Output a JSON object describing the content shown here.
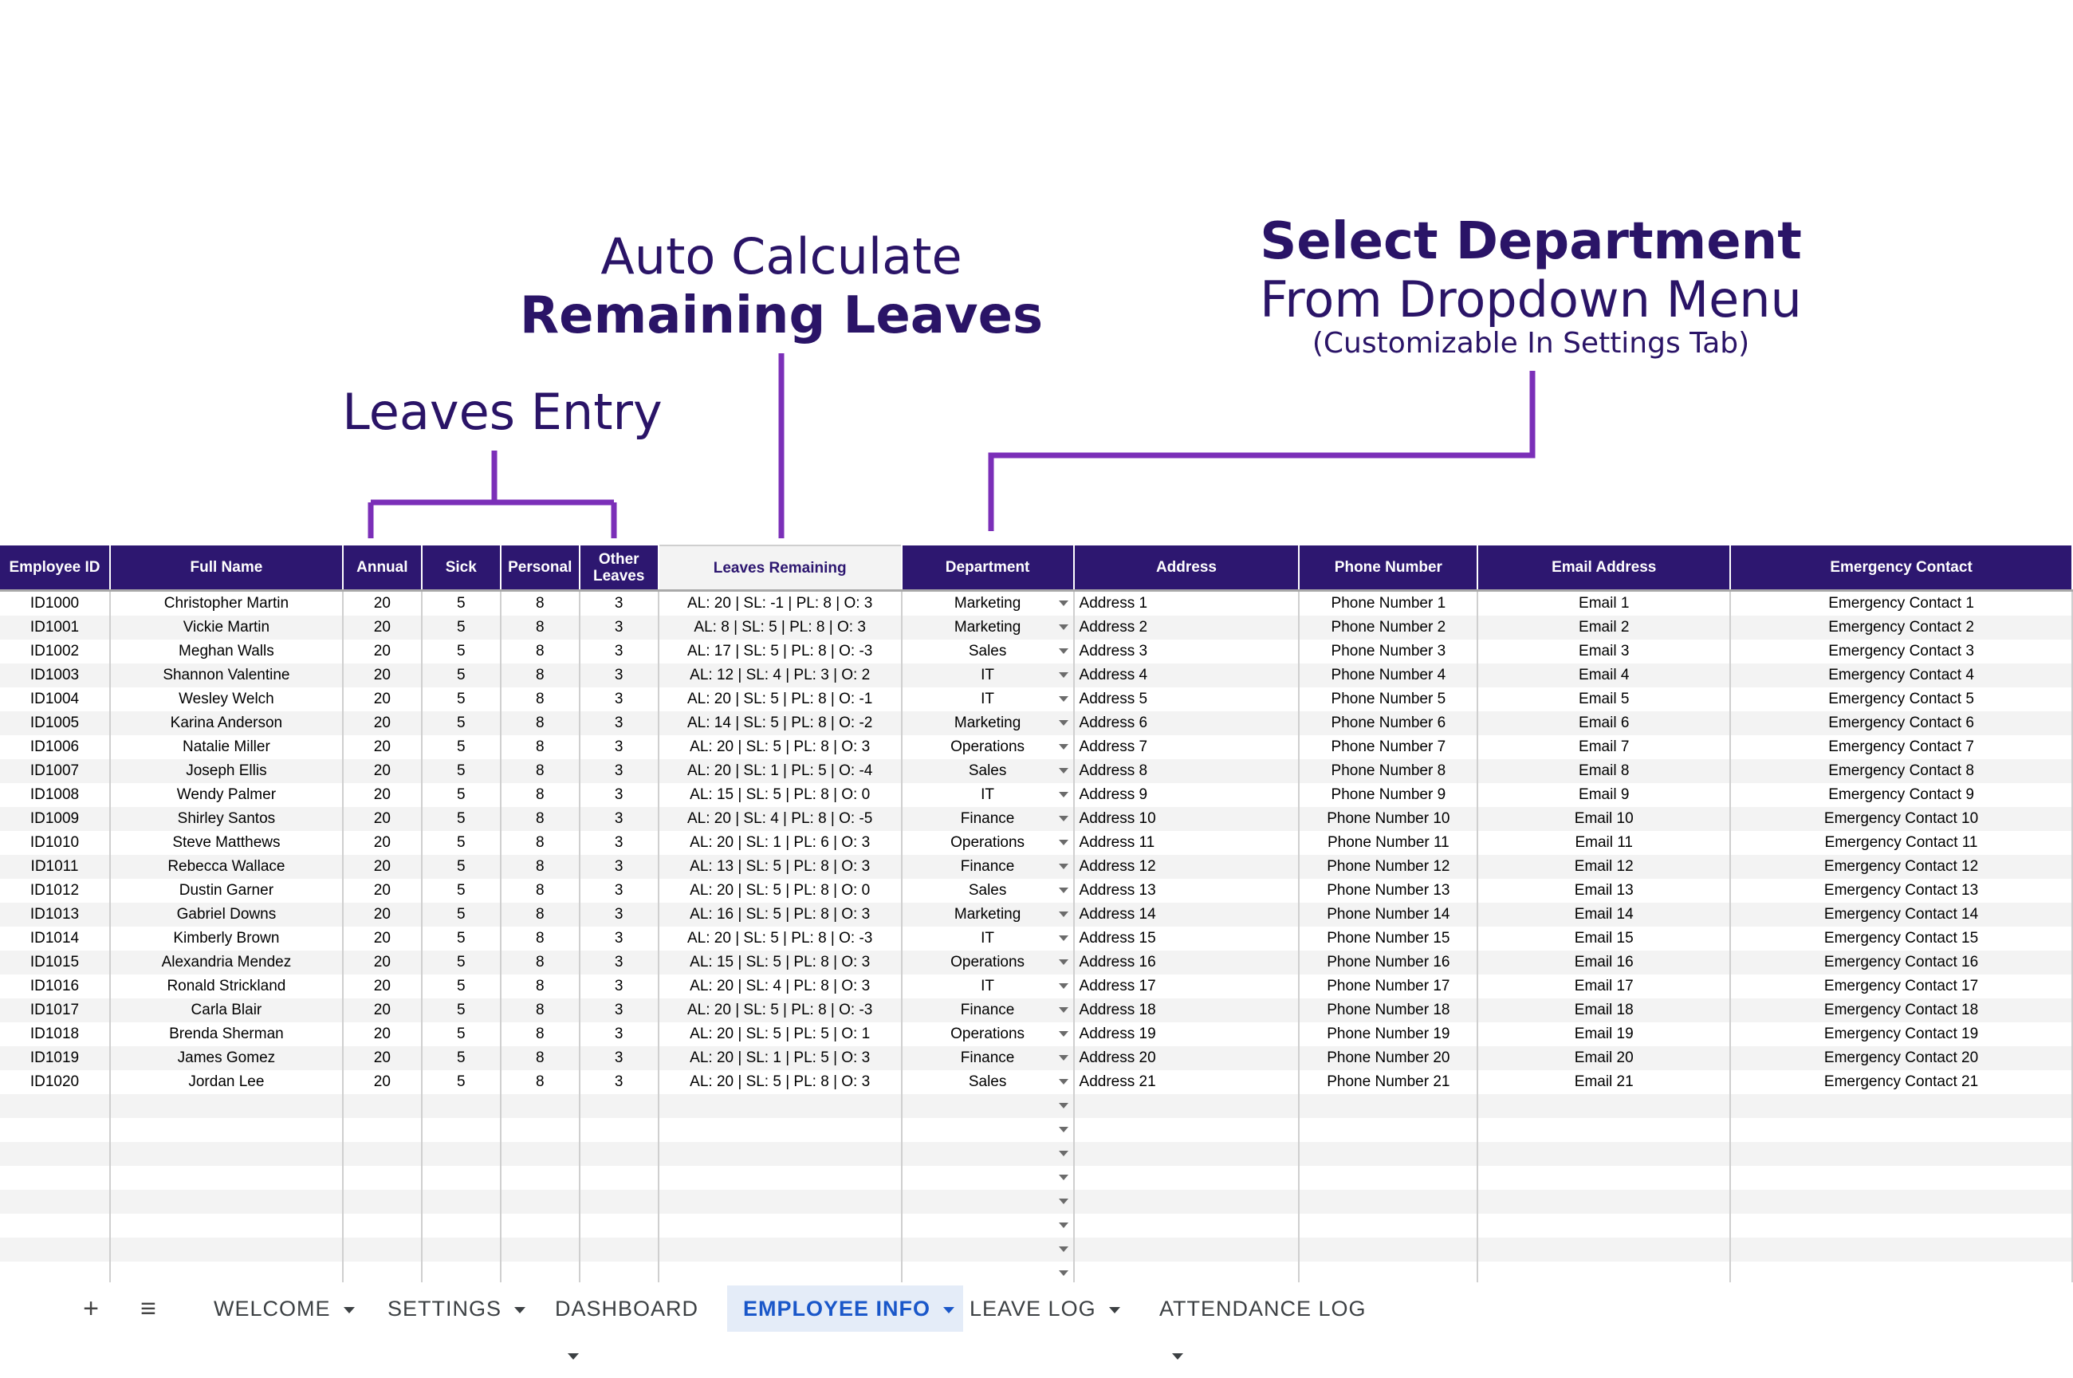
{
  "annotations": {
    "leaves_entry": "Leaves Entry",
    "auto_line1": "Auto Calculate",
    "auto_line2": "Remaining Leaves",
    "dept_line1": "Select Department",
    "dept_line2": "From Dropdown Menu",
    "dept_line3": "(Customizable In Settings Tab)",
    "accent_color": "#7b2fb8",
    "text_color": "#2a1467"
  },
  "table": {
    "headers": {
      "id": "Employee ID",
      "name": "Full Name",
      "annual": "Annual",
      "sick": "Sick",
      "personal": "Personal",
      "other_line1": "Other",
      "other_line2": "Leaves",
      "remaining": "Leaves Remaining",
      "department": "Department",
      "address": "Address",
      "phone": "Phone Number",
      "email": "Email Address",
      "emergency": "Emergency Contact"
    },
    "header_color": "#2d1770",
    "rows": [
      {
        "id": "ID1000",
        "name": "Christopher Martin",
        "annual": "20",
        "sick": "5",
        "personal": "8",
        "other": "3",
        "remaining": "AL: 20  |  SL: -1  |  PL: 8  |  O: 3",
        "department": "Marketing",
        "address": "Address 1",
        "phone": "Phone Number 1",
        "email": "Email 1",
        "emergency": "Emergency Contact 1"
      },
      {
        "id": "ID1001",
        "name": "Vickie Martin",
        "annual": "20",
        "sick": "5",
        "personal": "8",
        "other": "3",
        "remaining": "AL: 8  |  SL: 5  |  PL: 8  |  O: 3",
        "department": "Marketing",
        "address": "Address 2",
        "phone": "Phone Number 2",
        "email": "Email 2",
        "emergency": "Emergency Contact 2"
      },
      {
        "id": "ID1002",
        "name": "Meghan Walls",
        "annual": "20",
        "sick": "5",
        "personal": "8",
        "other": "3",
        "remaining": "AL: 17  |  SL: 5  |  PL: 8  |  O: -3",
        "department": "Sales",
        "address": "Address 3",
        "phone": "Phone Number 3",
        "email": "Email 3",
        "emergency": "Emergency Contact 3"
      },
      {
        "id": "ID1003",
        "name": "Shannon Valentine",
        "annual": "20",
        "sick": "5",
        "personal": "8",
        "other": "3",
        "remaining": "AL: 12  |  SL: 4  |  PL: 3  |  O: 2",
        "department": "IT",
        "address": "Address 4",
        "phone": "Phone Number 4",
        "email": "Email 4",
        "emergency": "Emergency Contact 4"
      },
      {
        "id": "ID1004",
        "name": "Wesley Welch",
        "annual": "20",
        "sick": "5",
        "personal": "8",
        "other": "3",
        "remaining": "AL: 20  |  SL: 5  |  PL: 8  |  O: -1",
        "department": "IT",
        "address": "Address 5",
        "phone": "Phone Number 5",
        "email": "Email 5",
        "emergency": "Emergency Contact 5"
      },
      {
        "id": "ID1005",
        "name": "Karina Anderson",
        "annual": "20",
        "sick": "5",
        "personal": "8",
        "other": "3",
        "remaining": "AL: 14  |  SL: 5  |  PL: 8  |  O: -2",
        "department": "Marketing",
        "address": "Address 6",
        "phone": "Phone Number 6",
        "email": "Email 6",
        "emergency": "Emergency Contact 6"
      },
      {
        "id": "ID1006",
        "name": "Natalie Miller",
        "annual": "20",
        "sick": "5",
        "personal": "8",
        "other": "3",
        "remaining": "AL: 20  |  SL: 5  |  PL: 8  |  O: 3",
        "department": "Operations",
        "address": "Address 7",
        "phone": "Phone Number 7",
        "email": "Email 7",
        "emergency": "Emergency Contact 7"
      },
      {
        "id": "ID1007",
        "name": "Joseph Ellis",
        "annual": "20",
        "sick": "5",
        "personal": "8",
        "other": "3",
        "remaining": "AL: 20  |  SL: 1  |  PL: 5  |  O: -4",
        "department": "Sales",
        "address": "Address 8",
        "phone": "Phone Number 8",
        "email": "Email 8",
        "emergency": "Emergency Contact 8"
      },
      {
        "id": "ID1008",
        "name": "Wendy Palmer",
        "annual": "20",
        "sick": "5",
        "personal": "8",
        "other": "3",
        "remaining": "AL: 15  |  SL: 5  |  PL: 8  |  O: 0",
        "department": "IT",
        "address": "Address 9",
        "phone": "Phone Number 9",
        "email": "Email 9",
        "emergency": "Emergency Contact 9"
      },
      {
        "id": "ID1009",
        "name": "Shirley Santos",
        "annual": "20",
        "sick": "5",
        "personal": "8",
        "other": "3",
        "remaining": "AL: 20  |  SL: 4  |  PL: 8  |  O: -5",
        "department": "Finance",
        "address": "Address 10",
        "phone": "Phone Number 10",
        "email": "Email 10",
        "emergency": "Emergency Contact 10"
      },
      {
        "id": "ID1010",
        "name": "Steve Matthews",
        "annual": "20",
        "sick": "5",
        "personal": "8",
        "other": "3",
        "remaining": "AL: 20  |  SL: 1  |  PL: 6  |  O: 3",
        "department": "Operations",
        "address": "Address 11",
        "phone": "Phone Number 11",
        "email": "Email 11",
        "emergency": "Emergency Contact 11"
      },
      {
        "id": "ID1011",
        "name": "Rebecca Wallace",
        "annual": "20",
        "sick": "5",
        "personal": "8",
        "other": "3",
        "remaining": "AL: 13  |  SL: 5  |  PL: 8  |  O: 3",
        "department": "Finance",
        "address": "Address 12",
        "phone": "Phone Number 12",
        "email": "Email 12",
        "emergency": "Emergency Contact 12"
      },
      {
        "id": "ID1012",
        "name": "Dustin Garner",
        "annual": "20",
        "sick": "5",
        "personal": "8",
        "other": "3",
        "remaining": "AL: 20  |  SL: 5  |  PL: 8  |  O: 0",
        "department": "Sales",
        "address": "Address 13",
        "phone": "Phone Number 13",
        "email": "Email 13",
        "emergency": "Emergency Contact 13"
      },
      {
        "id": "ID1013",
        "name": "Gabriel Downs",
        "annual": "20",
        "sick": "5",
        "personal": "8",
        "other": "3",
        "remaining": "AL: 16  |  SL: 5  |  PL: 8  |  O: 3",
        "department": "Marketing",
        "address": "Address 14",
        "phone": "Phone Number 14",
        "email": "Email 14",
        "emergency": "Emergency Contact 14"
      },
      {
        "id": "ID1014",
        "name": "Kimberly Brown",
        "annual": "20",
        "sick": "5",
        "personal": "8",
        "other": "3",
        "remaining": "AL: 20  |  SL: 5  |  PL: 8  |  O: -3",
        "department": "IT",
        "address": "Address 15",
        "phone": "Phone Number 15",
        "email": "Email 15",
        "emergency": "Emergency Contact 15"
      },
      {
        "id": "ID1015",
        "name": "Alexandria Mendez",
        "annual": "20",
        "sick": "5",
        "personal": "8",
        "other": "3",
        "remaining": "AL: 15  |  SL: 5  |  PL: 8  |  O: 3",
        "department": "Operations",
        "address": "Address 16",
        "phone": "Phone Number 16",
        "email": "Email 16",
        "emergency": "Emergency Contact 16"
      },
      {
        "id": "ID1016",
        "name": "Ronald Strickland",
        "annual": "20",
        "sick": "5",
        "personal": "8",
        "other": "3",
        "remaining": "AL: 20  |  SL: 4  |  PL: 8  |  O: 3",
        "department": "IT",
        "address": "Address 17",
        "phone": "Phone Number 17",
        "email": "Email 17",
        "emergency": "Emergency Contact 17"
      },
      {
        "id": "ID1017",
        "name": "Carla Blair",
        "annual": "20",
        "sick": "5",
        "personal": "8",
        "other": "3",
        "remaining": "AL: 20  |  SL: 5  |  PL: 8  |  O: -3",
        "department": "Finance",
        "address": "Address 18",
        "phone": "Phone Number 18",
        "email": "Email 18",
        "emergency": "Emergency Contact 18"
      },
      {
        "id": "ID1018",
        "name": "Brenda Sherman",
        "annual": "20",
        "sick": "5",
        "personal": "8",
        "other": "3",
        "remaining": "AL: 20  |  SL: 5  |  PL: 5  |  O: 1",
        "department": "Operations",
        "address": "Address 19",
        "phone": "Phone Number 19",
        "email": "Email 19",
        "emergency": "Emergency Contact 19"
      },
      {
        "id": "ID1019",
        "name": "James Gomez",
        "annual": "20",
        "sick": "5",
        "personal": "8",
        "other": "3",
        "remaining": "AL: 20  |  SL: 1  |  PL: 5  |  O: 3",
        "department": "Finance",
        "address": "Address 20",
        "phone": "Phone Number 20",
        "email": "Email 20",
        "emergency": "Emergency Contact 20"
      },
      {
        "id": "ID1020",
        "name": "Jordan Lee",
        "annual": "20",
        "sick": "5",
        "personal": "8",
        "other": "3",
        "remaining": "AL: 20  |  SL: 5  |  PL: 8  |  O: 3",
        "department": "Sales",
        "address": "Address 21",
        "phone": "Phone Number 21",
        "email": "Email 21",
        "emergency": "Emergency Contact 21"
      }
    ],
    "empty_rows": 8
  },
  "tabbar": {
    "add_icon": "plus-icon",
    "menu_icon": "list-menu-icon",
    "tabs": [
      {
        "label": "WELCOME"
      },
      {
        "label": "SETTINGS"
      },
      {
        "label": "DASHBOARD"
      },
      {
        "label": "EMPLOYEE INFO",
        "active": true
      },
      {
        "label": "LEAVE LOG"
      },
      {
        "label": "ATTENDANCE LOG"
      }
    ],
    "active_color": "#1a57c9"
  }
}
